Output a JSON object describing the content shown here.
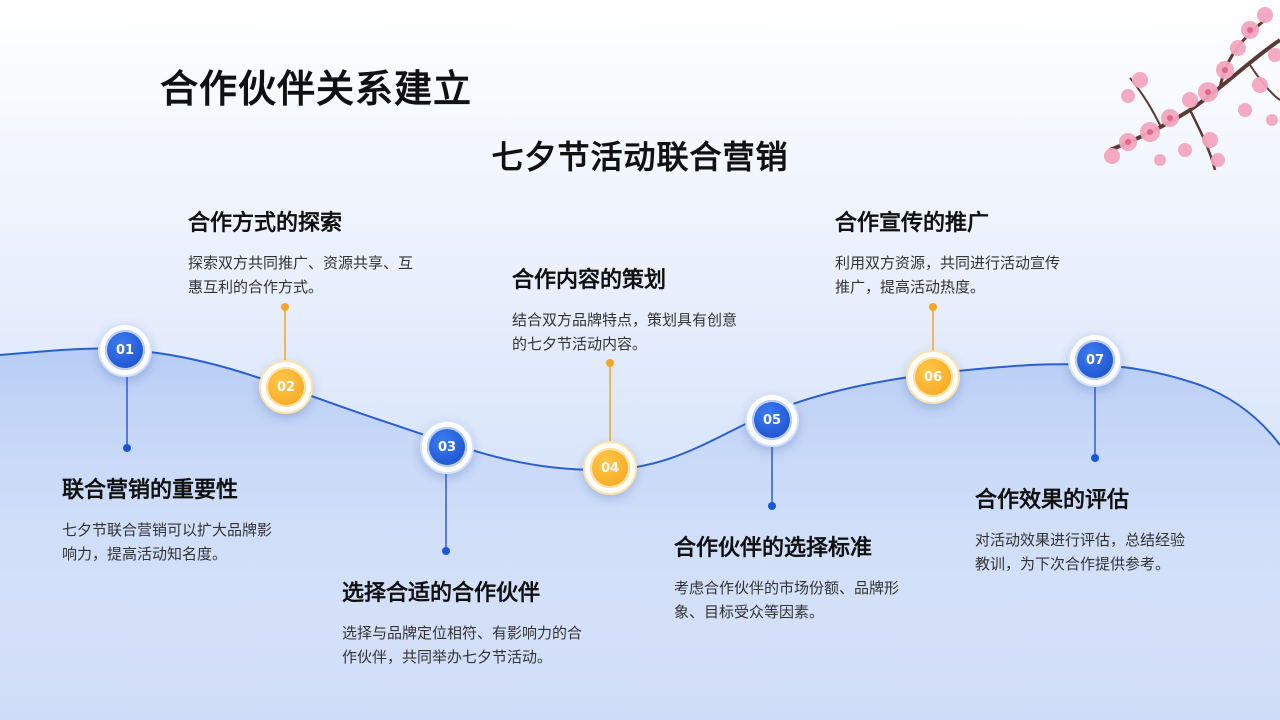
{
  "title": "合作伙伴关系建立",
  "subtitle": "七夕节活动联合营销",
  "colors": {
    "blue": "#1a56d6",
    "orange": "#f5a623",
    "wave": "#2a5fd0"
  },
  "steps": [
    {
      "num": "01",
      "title": "联合营销的重要性",
      "desc_lines": [
        "七夕节联合营销可以扩大品牌影",
        "响力，提高活动知名度。"
      ]
    },
    {
      "num": "02",
      "title": "合作方式的探索",
      "desc_lines": [
        "探索双方共同推广、资源共享、互",
        "惠互利的合作方式。"
      ]
    },
    {
      "num": "03",
      "title": "选择合适的合作伙伴",
      "desc_lines": [
        "选择与品牌定位相符、有影响力的合",
        "作伙伴，共同举办七夕节活动。"
      ]
    },
    {
      "num": "04",
      "title": "合作内容的策划",
      "desc_lines": [
        "结合双方品牌特点，策划具有创意",
        "的七夕节活动内容。"
      ]
    },
    {
      "num": "05",
      "title": "合作伙伴的选择标准",
      "desc_lines": [
        "考虑合作伙伴的市场份额、品牌形",
        "象、目标受众等因素。"
      ]
    },
    {
      "num": "06",
      "title": "合作宣传的推广",
      "desc_lines": [
        "利用双方资源，共同进行活动宣传",
        "推广，提高活动热度。"
      ]
    },
    {
      "num": "07",
      "title": "合作效果的评估",
      "desc_lines": [
        "对活动效果进行评估，总结经验",
        "教训，为下次合作提供参考。"
      ]
    }
  ]
}
